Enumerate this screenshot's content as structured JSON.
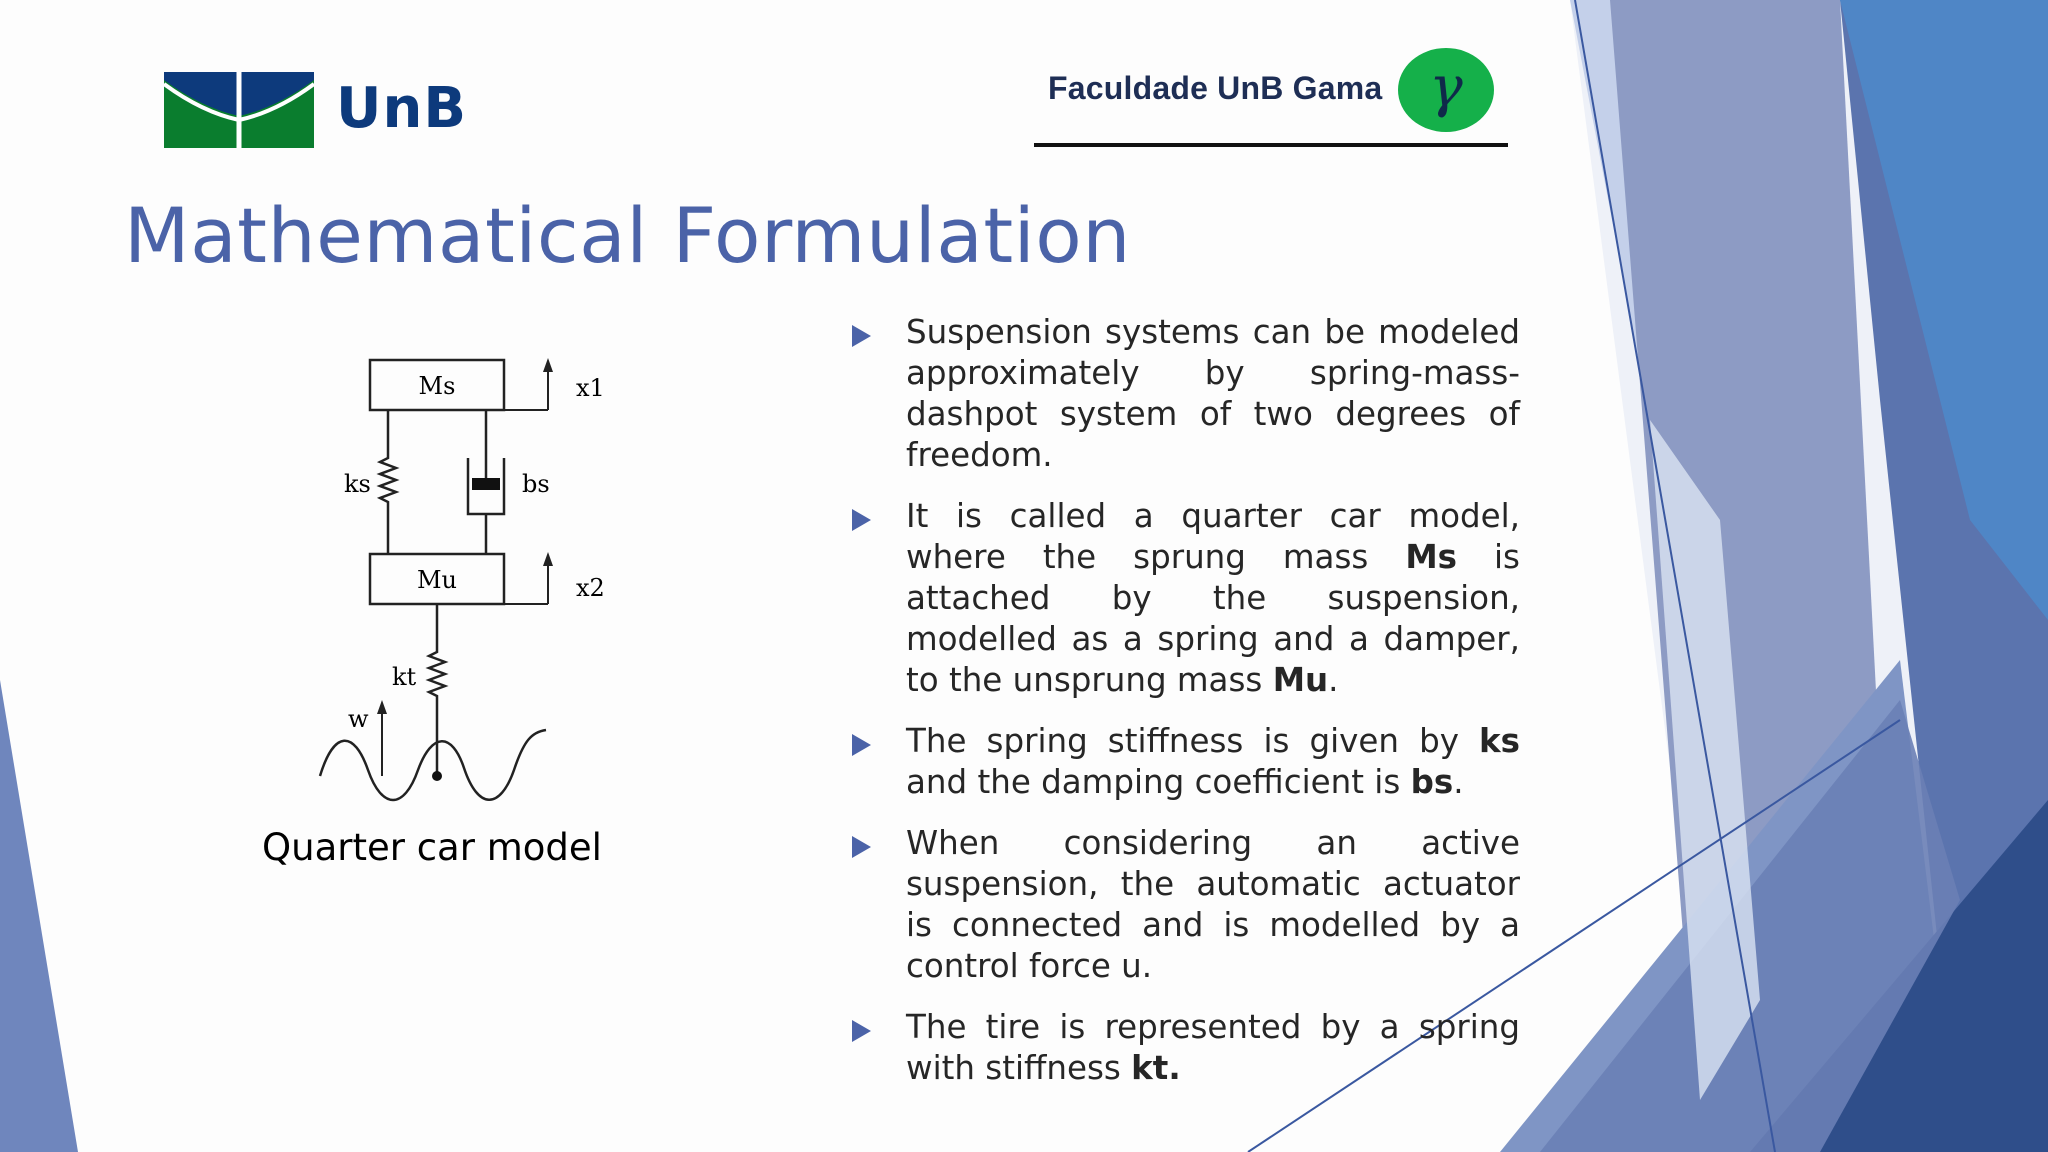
{
  "header": {
    "unb_logo_text": "UnB",
    "faculty_logo_text": "Faculdade UnB Gama",
    "faculty_logo_symbol": "γ"
  },
  "title": "Mathematical Formulation",
  "diagram": {
    "caption": "Quarter car model",
    "labels": {
      "sprung_mass": "Ms",
      "unsprung_mass": "Mu",
      "spring": "ks",
      "damper": "bs",
      "tire_spring": "kt",
      "disp_sprung": "x1",
      "disp_unsprung": "x2",
      "road_input": "w"
    }
  },
  "bullets": [
    [
      {
        "text": "Suspension systems can be modeled approximately by spring-mass-dashpot system of two degrees of freedom.",
        "bold": false
      }
    ],
    [
      {
        "text": "It is called a quarter car model, where the sprung mass ",
        "bold": false
      },
      {
        "text": "Ms",
        "bold": true
      },
      {
        "text": " is attached by the suspension, modelled as a spring and a damper, to the unsprung mass ",
        "bold": false
      },
      {
        "text": "Mu",
        "bold": true
      },
      {
        "text": ".",
        "bold": false
      }
    ],
    [
      {
        "text": "The spring stiffness is given by ",
        "bold": false
      },
      {
        "text": "ks",
        "bold": true
      },
      {
        "text": " and the damping coefficient is ",
        "bold": false
      },
      {
        "text": "bs",
        "bold": true
      },
      {
        "text": ".",
        "bold": false
      }
    ],
    [
      {
        "text": "When considering an active suspension, the automatic actuator is connected and is modelled by a control force u.",
        "bold": false
      }
    ],
    [
      {
        "text": " The tire is represented by a spring with stiffness ",
        "bold": false
      },
      {
        "text": "kt.",
        "bold": true
      }
    ]
  ],
  "colors": {
    "title": "#4b63a8",
    "bullet_marker": "#4b63a8",
    "unb_blue": "#0d3a7c",
    "unb_green": "#0a7d2e",
    "gama_green": "#15b04a",
    "decor_dark_blue": "#3f5fa0",
    "decor_light_blue": "#8fa8d8"
  }
}
